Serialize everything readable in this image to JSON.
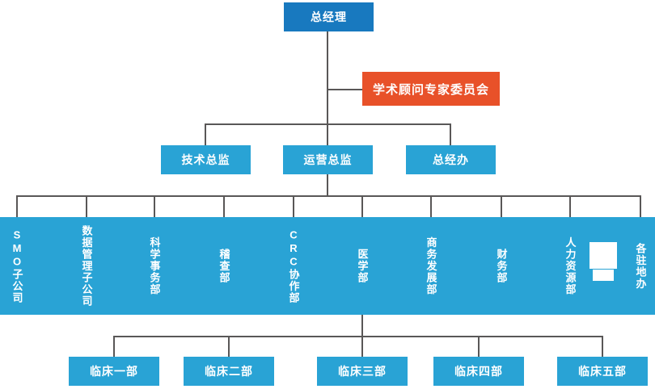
{
  "org_chart": {
    "root": "总经理",
    "advisory_committee": "学术顾问专家委员会",
    "directors": [
      "技术总监",
      "运营总监",
      "总经办"
    ],
    "departments": [
      "SMO子公司",
      "数据管理子公司",
      "科学事务部",
      "稽查部",
      "CRC协作部",
      "医学部",
      "商务发展部",
      "财务部",
      "人力资源部",
      "各驻地办"
    ],
    "clinical_departments": [
      "临床一部",
      "临床二部",
      "临床三部",
      "临床四部",
      "临床五部"
    ],
    "colors": {
      "root_blue": "#1879bf",
      "light_blue": "#29a3d5",
      "accent_orange": "#e85129",
      "connector_gray": "#595757",
      "text_white": "#ffffff"
    }
  }
}
